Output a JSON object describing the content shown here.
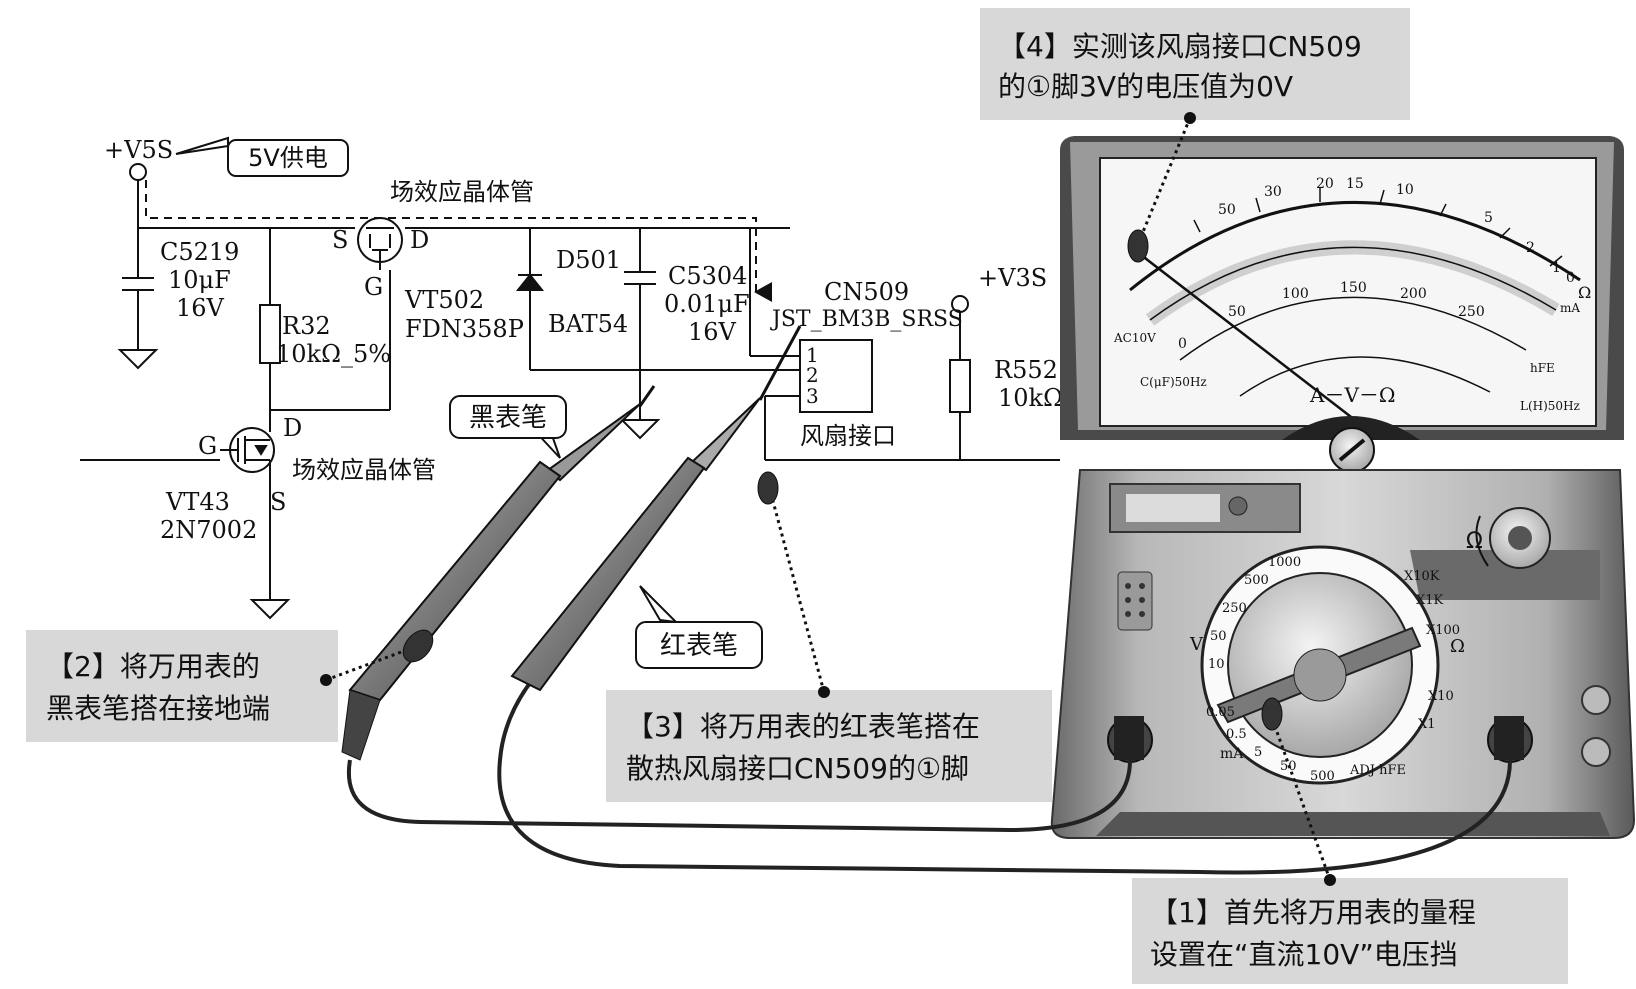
{
  "circuit": {
    "power_5v_label": "+V5S",
    "power_5v_tag": "5V供电",
    "power_3v_label": "+V3S",
    "c5219": {
      "ref": "C5219",
      "value": "10μF",
      "rating": "16V"
    },
    "r32": {
      "ref": "R32",
      "value": "10kΩ_5%"
    },
    "vt502": {
      "ref": "VT502",
      "part": "FDN358P",
      "desc": "场效应晶体管",
      "pin_s": "S",
      "pin_d": "D",
      "pin_g": "G"
    },
    "vt43": {
      "ref": "VT43",
      "part": "2N7002",
      "desc": "场效应晶体管",
      "pin_g": "G",
      "pin_d": "D",
      "pin_s": "S"
    },
    "d501": {
      "ref": "D501",
      "part": "BAT54"
    },
    "c5304": {
      "ref": "C5304",
      "value": "0.01μF",
      "rating": "16V"
    },
    "cn509": {
      "ref": "CN509",
      "part": "JST_BM3B_SRSS",
      "pin1": "1",
      "pin2": "2",
      "pin3": "3",
      "desc": "风扇接口"
    },
    "r552": {
      "ref": "R552",
      "value": "10kΩ"
    }
  },
  "probes": {
    "black": "黑表笔",
    "red": "红表笔"
  },
  "callouts": {
    "step1": {
      "line1": "【1】首先将万用表的量程",
      "line2": "设置在“直流10V”电压挡"
    },
    "step2": {
      "line1": "【2】将万用表的",
      "line2": "黑表笔搭在接地端"
    },
    "step3": {
      "line1": "【3】将万用表的红表笔搭在",
      "line2": "散热风扇接口CN509的①脚"
    },
    "step4": {
      "line1": "【4】实测该风扇接口CN509",
      "line2": "的①脚3V的电压值为0V"
    }
  },
  "meter": {
    "scale_top": [
      "50",
      "30",
      "20",
      "15",
      "10",
      "5",
      "2",
      "1",
      "0"
    ],
    "scale_dcv": [
      "0",
      "50",
      "100",
      "150",
      "200",
      "250"
    ],
    "scale_label_ac": "AC10V",
    "scale_label_c": "C(μF)50Hz",
    "scale_label_l": "L(H)50Hz",
    "scale_label_hfe": "hFE",
    "unit_omega": "Ω",
    "unit_ma": "mA",
    "face_label": "A－V－Ω",
    "knob_v": "V",
    "knob_v_values": [
      "1000",
      "500",
      "250",
      "50",
      "10"
    ],
    "knob_ohm": "Ω",
    "knob_ohm_values": [
      "X10K",
      "X1K",
      "X100",
      "X10",
      "X1"
    ],
    "knob_ma": "mA",
    "knob_ma_values": [
      "0.05",
      "0.5",
      "5",
      "50",
      "500"
    ],
    "knob_misc": "ADJ hFE",
    "adj_omega": "Ω"
  }
}
